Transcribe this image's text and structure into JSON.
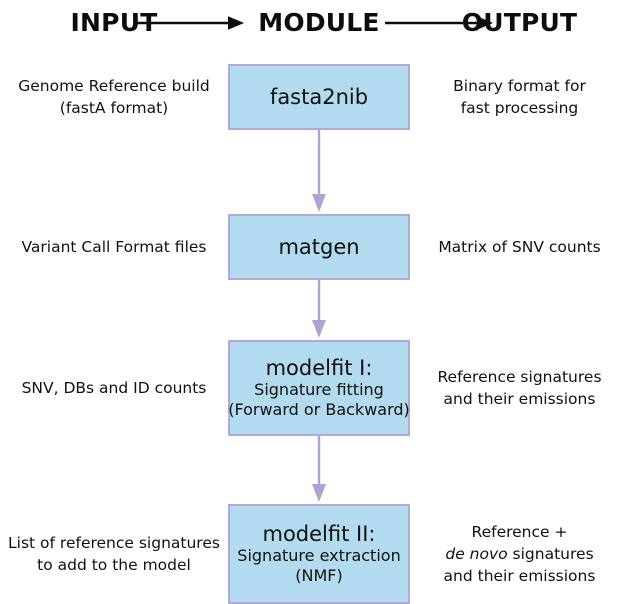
{
  "header": {
    "columns": [
      {
        "label": "INPUT"
      },
      {
        "label": "MODULE"
      },
      {
        "label": "OUTPUT"
      }
    ],
    "arrow_color": "#0d0d0d"
  },
  "colors": {
    "box_fill": "#b2dbef",
    "box_border": "#b6a8d6",
    "connector_arrow": "#b0a3d4",
    "text": "#111111",
    "background": "#ffffff"
  },
  "rows": [
    {
      "input": {
        "line1": "Genome Reference build",
        "line2": "(fastA format)"
      },
      "module": {
        "title": "fasta2nib",
        "sub1": "",
        "sub2": ""
      },
      "output": {
        "line1": "Binary format for",
        "line2": "fast processing",
        "line3": ""
      }
    },
    {
      "input": {
        "line1": "Variant Call Format files",
        "line2": ""
      },
      "module": {
        "title": "matgen",
        "sub1": "",
        "sub2": ""
      },
      "output": {
        "line1": "Matrix of SNV counts",
        "line2": "",
        "line3": ""
      }
    },
    {
      "input": {
        "line1": "SNV, DBs and ID counts",
        "line2": ""
      },
      "module": {
        "title": "modelfit I:",
        "sub1": "Signature fitting",
        "sub2": "(Forward or Backward)"
      },
      "output": {
        "line1": "Reference signatures",
        "line2": "and their emissions",
        "line3": ""
      }
    },
    {
      "input": {
        "line1": "List of reference signatures",
        "line2": "to add to the model"
      },
      "module": {
        "title": "modelfit II:",
        "sub1": "Signature extraction",
        "sub2": "(NMF)"
      },
      "output": {
        "line1": "Reference +",
        "line2_italic": "de novo",
        "line2_rest": " signatures",
        "line3": "and their emissions"
      }
    }
  ],
  "connectors": [
    {
      "from": "fasta2nib",
      "to": "matgen"
    },
    {
      "from": "matgen",
      "to": "modelfit I"
    },
    {
      "from": "modelfit I",
      "to": "modelfit II"
    }
  ]
}
